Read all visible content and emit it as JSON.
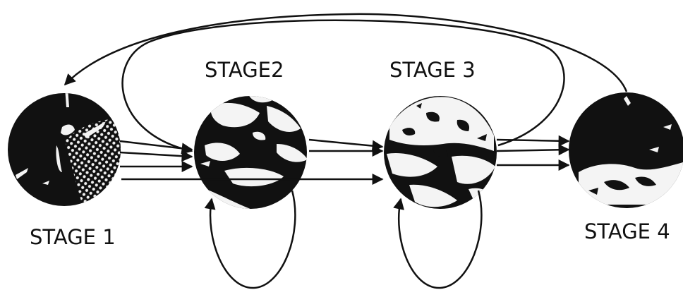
{
  "stages": [
    {
      "label": "STAGE 1"
    },
    {
      "label": "STAGE2"
    },
    {
      "label": "STAGE 3"
    },
    {
      "label": "STAGE 4"
    }
  ],
  "colors": {
    "ink": "#111111",
    "background": "#ffffff",
    "highlight": "#f4f4f4"
  }
}
